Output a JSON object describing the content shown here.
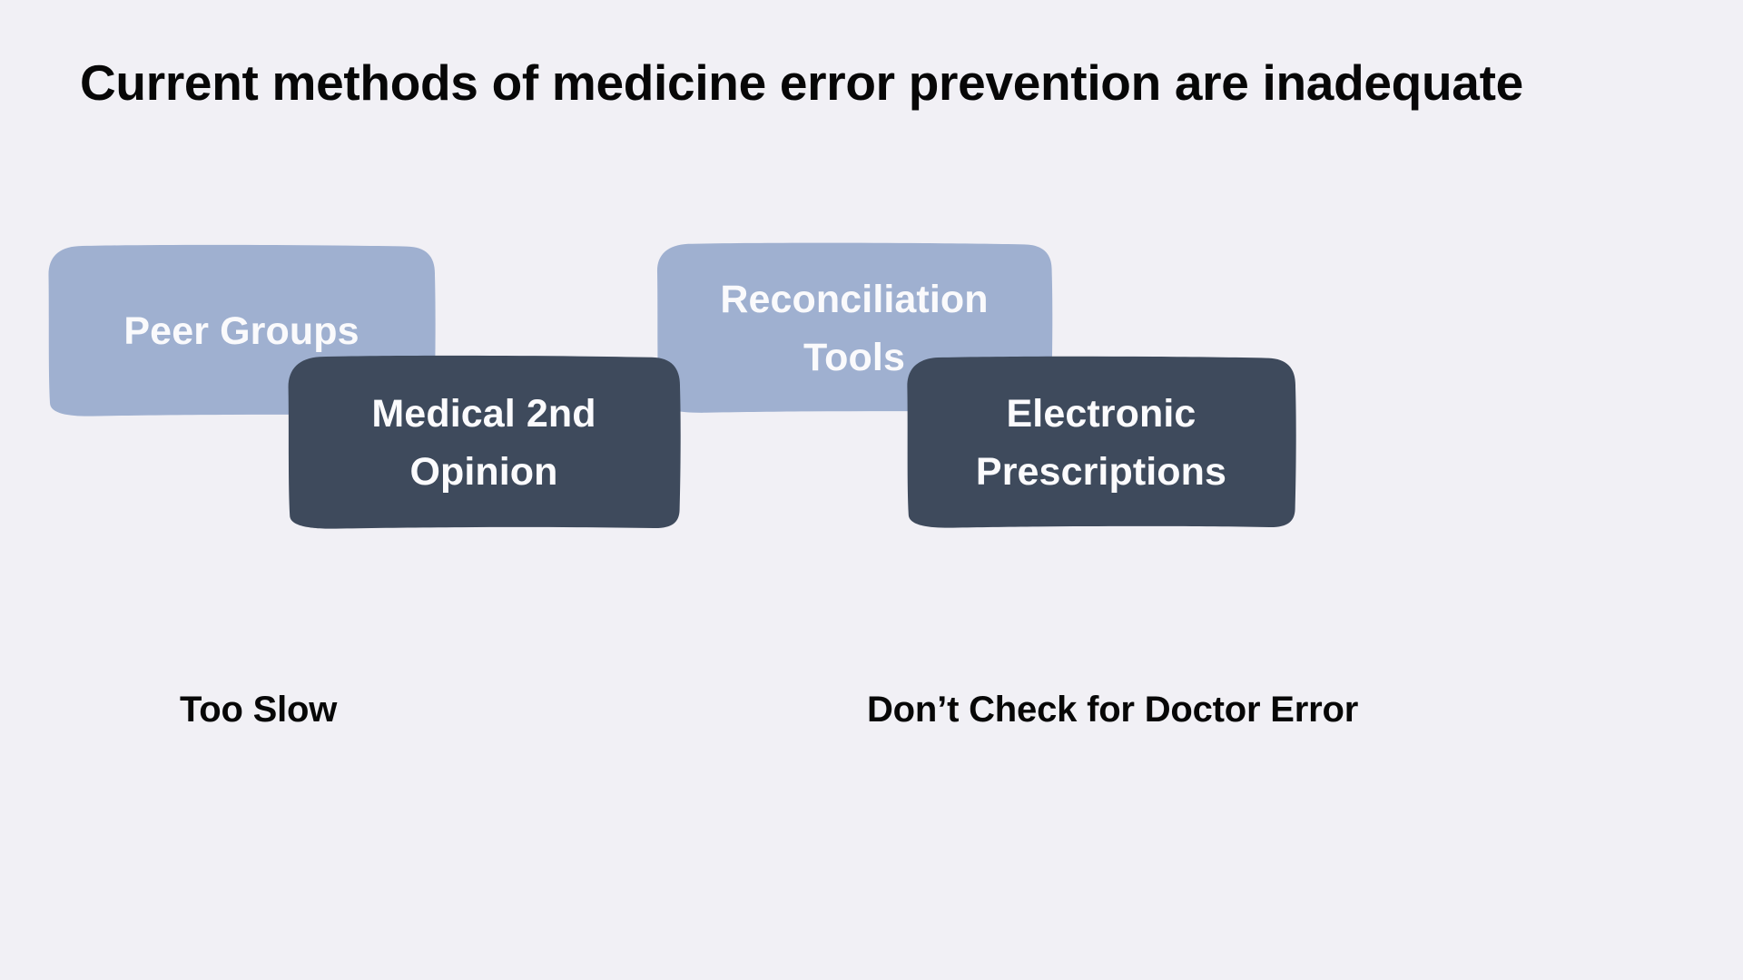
{
  "slide": {
    "title": "Current methods of medicine error prevention are inadequate",
    "background_color": "#F1F0F5",
    "text_color": "#070707"
  },
  "theme": {
    "card_light_color": "#9FB0D0",
    "card_dark_color": "#3E4A5C",
    "card_text_color": "#FAFAFC"
  },
  "cards": [
    {
      "name": "peer-groups",
      "label": "Peer Groups",
      "style": "light",
      "color": "#9FB0D0"
    },
    {
      "name": "medical-2nd-opinion",
      "label": "Medical 2nd Opinion",
      "style": "dark",
      "color": "#3E4A5C"
    },
    {
      "name": "reconciliation-tools",
      "label": "Reconciliation Tools",
      "style": "light",
      "color": "#9FB0D0"
    },
    {
      "name": "electronic-prescriptions",
      "label": "Electronic Prescriptions",
      "style": "dark",
      "color": "#3E4A5C"
    }
  ],
  "captions": [
    {
      "name": "too-slow",
      "text": "Too Slow"
    },
    {
      "name": "doctor-error",
      "text": "Don’t Check for Doctor Error"
    }
  ]
}
